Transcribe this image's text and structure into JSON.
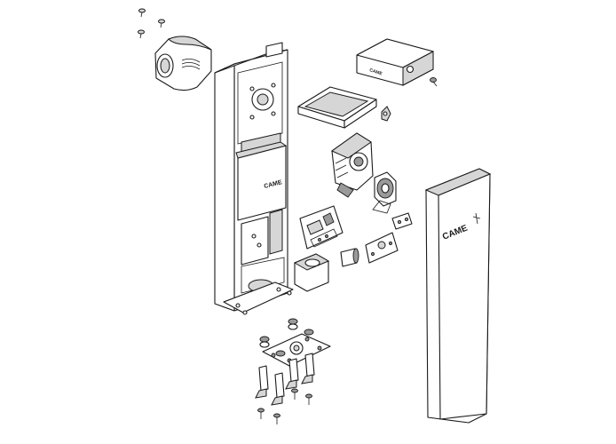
{
  "diagram": {
    "brand_text_cover": "CAME",
    "brand_text_control_box": "CAME",
    "brand_text_lid": "CAME",
    "colors": {
      "stroke": "#1a1a1a",
      "shade": "#d6d6d6",
      "dark": "#9a9a9a",
      "background": "#ffffff"
    }
  }
}
